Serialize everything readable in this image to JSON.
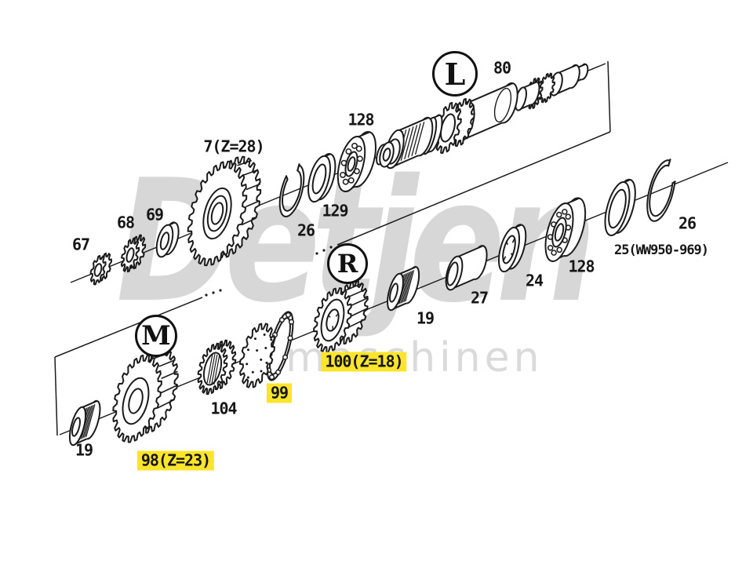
{
  "watermark": {
    "line1": "Detjen",
    "line2": "dmaschinen"
  },
  "markers": [
    {
      "label": "L"
    },
    {
      "label": "R"
    },
    {
      "label": "M"
    }
  ],
  "labels": [
    {
      "text": "80",
      "highlight": false
    },
    {
      "text": "128",
      "highlight": false
    },
    {
      "text": "7(Z=28)",
      "highlight": false
    },
    {
      "text": "129",
      "highlight": false
    },
    {
      "text": "26",
      "highlight": false
    },
    {
      "text": "69",
      "highlight": false
    },
    {
      "text": "68",
      "highlight": false
    },
    {
      "text": "67",
      "highlight": false
    },
    {
      "text": "19",
      "highlight": false
    },
    {
      "text": "27",
      "highlight": false
    },
    {
      "text": "24",
      "highlight": false
    },
    {
      "text": "128",
      "highlight": false
    },
    {
      "text": "25(WW950-969)",
      "highlight": false
    },
    {
      "text": "26",
      "highlight": false
    },
    {
      "text": "100(Z=18)",
      "highlight": true
    },
    {
      "text": "99",
      "highlight": true
    },
    {
      "text": "104",
      "highlight": false
    },
    {
      "text": "98(Z=23)",
      "highlight": true
    },
    {
      "text": "19",
      "highlight": false
    }
  ],
  "colors": {
    "ink": "#1b1b1b",
    "highlight": "#fbe42c",
    "watermark_main": "#d7d7d7",
    "watermark_sub": "#dadada"
  }
}
